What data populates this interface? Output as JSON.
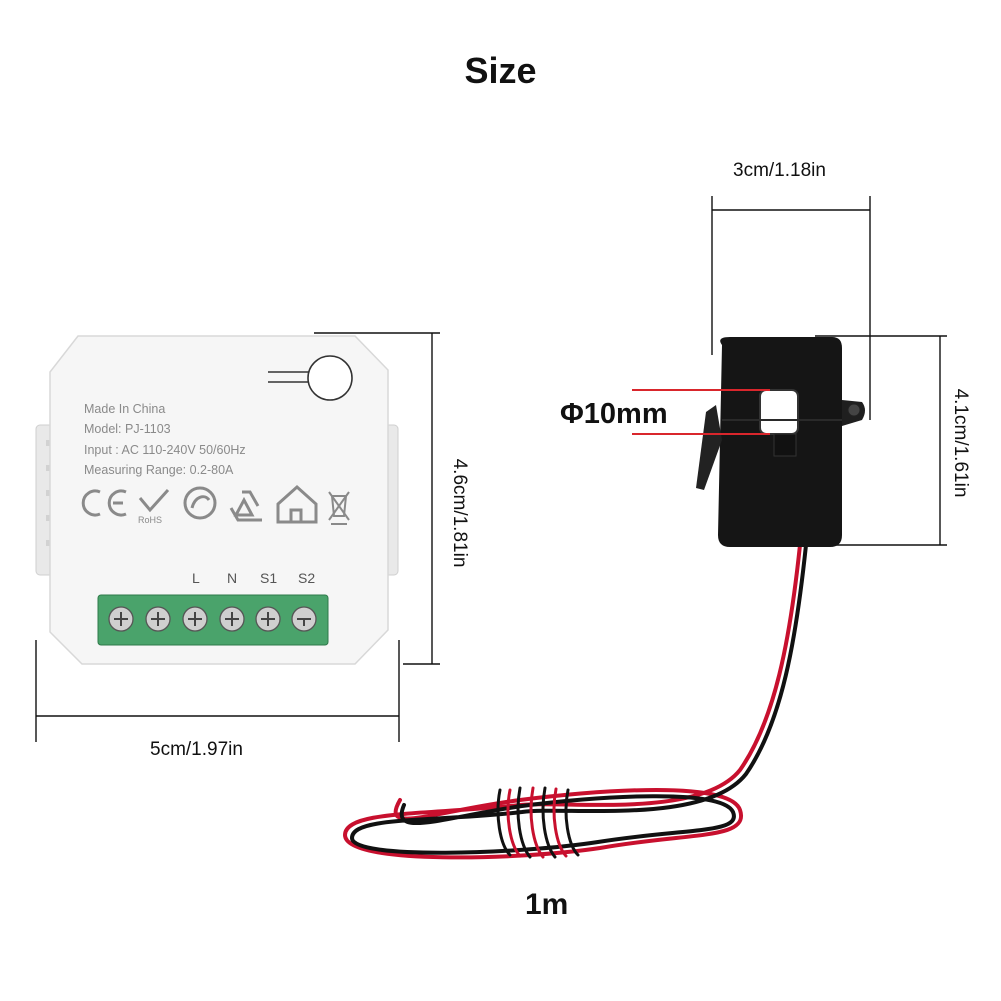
{
  "title": "Size",
  "module": {
    "label_lines": [
      "Made In China",
      "Model: PJ-1103",
      "Input : AC 110-240V 50/60Hz",
      "Measuring Range: 0.2-80A"
    ],
    "rohs": "RoHS",
    "terminals": [
      "L",
      "N",
      "S1",
      "S2"
    ],
    "width_label": "5cm/1.97in",
    "height_label": "4.6cm/1.81in"
  },
  "clamp": {
    "width_label": "3cm/1.18in",
    "height_label": "4.1cm/1.61in",
    "hole_label": "Φ10mm",
    "cable_label": "1m"
  },
  "colors": {
    "module_body": "#f6f6f6",
    "terminal_block": "#4aa36b",
    "clamp_body": "#151515",
    "cable_red": "#c8102e",
    "cable_black": "#111111",
    "hole_marker": "#d9262c"
  },
  "icons": [
    "ce-mark-icon",
    "rohs-check-icon",
    "green-dot-icon",
    "recycle-icon",
    "house-icon",
    "weee-bin-icon"
  ]
}
